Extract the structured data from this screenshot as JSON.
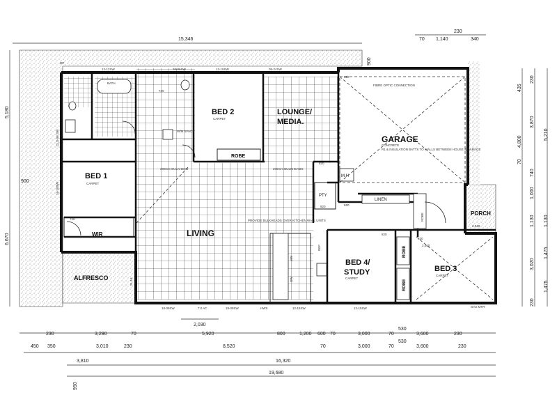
{
  "rooms": {
    "bed1": "BED 1",
    "bed1_sub": "CARPET",
    "bed2": "BED 2",
    "bed2_sub": "CARPET",
    "lounge": "LOUNGE/",
    "lounge2": "MEDIA.",
    "garage": "GARAGE",
    "garage_sub": "CONCRETE",
    "garage_note": "R1 & INSULATION BATTS TO WALLS BETWEEN HOUSE & GARAGE",
    "fibre": "FIBRE OPTIC CONNECTION",
    "living": "LIVING",
    "bed4_a": "BED 4/",
    "bed4_b": "STUDY",
    "bed4_sub": "CARPET",
    "bed3": "BED 3",
    "bed3_sub": "CARPET",
    "alfresco": "ALFRESCO",
    "porch": "PORCH",
    "porch_sub": "2.040",
    "wir": "WIR",
    "robe_bed2": "ROBE",
    "robe_bed4": "ROBE",
    "robe_bed3": "ROBE",
    "mh": "M.H",
    "pty": "PTY",
    "linen": "LINEN",
    "wm_space": "W/M SPACE",
    "bulkhead_1": "200mm BULKHEAD",
    "bulkhead_2": "200mm BULKHEADS",
    "kitchen_note": "PROVIDE BULKHEADS OVER KITCHEN WALL UNITS",
    "fridge": "REF",
    "mw": "MW",
    "dw": "DW",
    "gas_mtr": "GAS MTR",
    "dp": "DP",
    "bath": "BATH",
    "ensuite_win": "12-12SW",
    "bed2_win": "20-06SW",
    "lounge_win": "12-15SW",
    "lounge_win2": "05-24SW",
    "bed1_win": "16-18SW",
    "bed1_win2": "CLO-06 SW",
    "alfresco_win": "21-18",
    "living_win1": "18-09SW",
    "living_win2": "18-09SW",
    "hws": "HWS",
    "bed4_win": "12-15SW",
    "bed3_win": "12-15SW",
    "ac": "7.0 AC",
    "d720a": "720",
    "d720b": "720",
    "d820a": "820",
    "d820b": "820",
    "d820c": "820",
    "d820d": "820",
    "d820e": "820",
    "d820f": "820",
    "d2060": "2,060"
  },
  "dims_top": {
    "overall": "15,346",
    "d70": "70",
    "d1140": "1,140",
    "d230": "230",
    "d340": "340",
    "d900": "900"
  },
  "dims_left": {
    "d5180": "5,180",
    "d900": "900",
    "d6670": "6,670"
  },
  "dims_right": {
    "d435": "435",
    "d4800": "4,800",
    "d3870": "3,870",
    "d5210": "5,210",
    "d230a": "230",
    "d70a": "70",
    "d1000": "1,000",
    "d740": "740",
    "d1130a": "1,130",
    "d1130b": "1,130",
    "d1475a": "1,475",
    "d3020": "3,020",
    "d1475b": "1,475",
    "d230b": "230"
  },
  "dims_bottom": {
    "row1": [
      "230",
      "3,290",
      "70",
      "5,920",
      "800",
      "1,200",
      "600",
      "70",
      "3,000",
      "70",
      "3,600",
      "230"
    ],
    "row1_mid": "2,030",
    "row1_mid2": "530",
    "row2": [
      "450",
      "350",
      "3,010",
      "230",
      "8,520",
      "70",
      "3,000",
      "70",
      "3,600",
      "230"
    ],
    "row2_mid": "530",
    "row3": [
      "3,810",
      "16,320"
    ],
    "row4": "19,680",
    "side": "950"
  }
}
